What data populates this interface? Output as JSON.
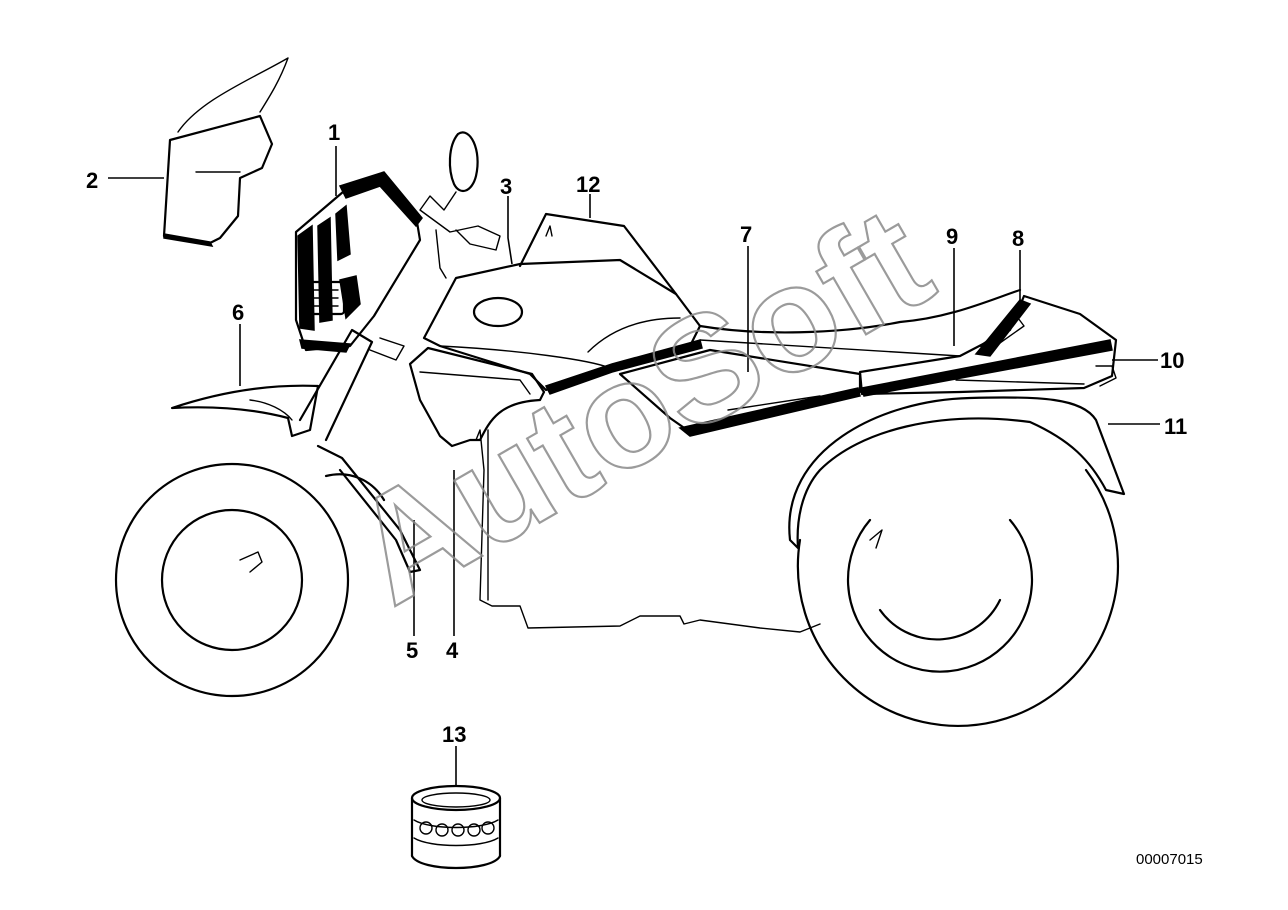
{
  "diagram": {
    "watermark": "AutoSoft",
    "reference_number": "00007015",
    "callouts": [
      {
        "id": "c1",
        "label": "1"
      },
      {
        "id": "c2",
        "label": "2"
      },
      {
        "id": "c3",
        "label": "3"
      },
      {
        "id": "c4",
        "label": "4"
      },
      {
        "id": "c5",
        "label": "5"
      },
      {
        "id": "c6",
        "label": "6"
      },
      {
        "id": "c7",
        "label": "7"
      },
      {
        "id": "c8",
        "label": "8"
      },
      {
        "id": "c9",
        "label": "9"
      },
      {
        "id": "c10",
        "label": "10"
      },
      {
        "id": "c11",
        "label": "11"
      },
      {
        "id": "c12",
        "label": "12"
      },
      {
        "id": "c13",
        "label": "13"
      }
    ]
  }
}
